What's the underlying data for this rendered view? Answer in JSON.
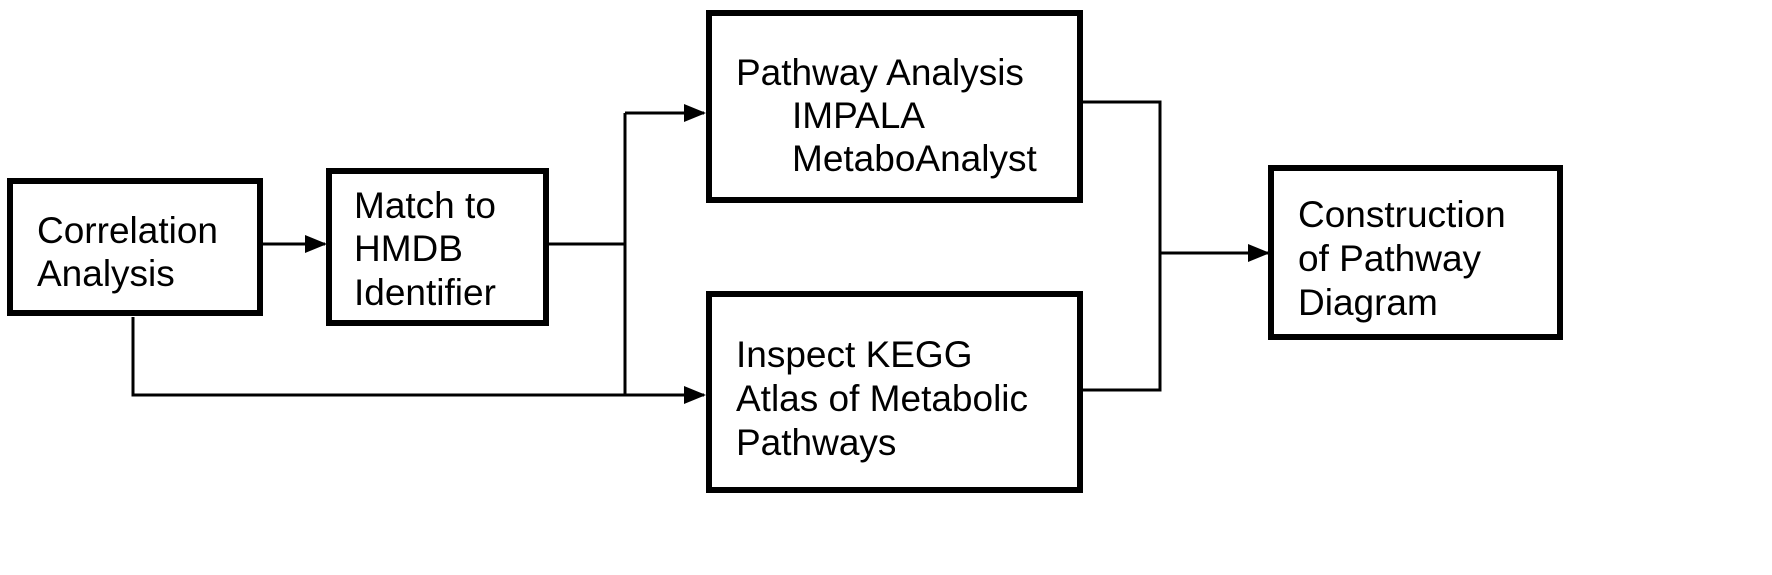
{
  "diagram": {
    "nodes": {
      "correlation": {
        "lines": [
          "Correlation",
          "Analysis"
        ]
      },
      "match": {
        "lines": [
          "Match to",
          "HMDB",
          "Identifier"
        ]
      },
      "pathway_analysis": {
        "lines": [
          "Pathway Analysis",
          "IMPALA",
          "MetaboAnalyst"
        ]
      },
      "kegg": {
        "lines": [
          "Inspect KEGG",
          "Atlas of Metabolic",
          "Pathways"
        ]
      },
      "construction": {
        "lines": [
          "Construction",
          "of Pathway",
          "Diagram"
        ]
      }
    },
    "edges": [
      {
        "from": "correlation",
        "to": "match"
      },
      {
        "from": "match",
        "to": "pathway_analysis"
      },
      {
        "from": "match",
        "to": "kegg"
      },
      {
        "from": "correlation",
        "to": "kegg"
      },
      {
        "from": "pathway_analysis",
        "to": "construction"
      },
      {
        "from": "kegg",
        "to": "construction"
      }
    ]
  }
}
